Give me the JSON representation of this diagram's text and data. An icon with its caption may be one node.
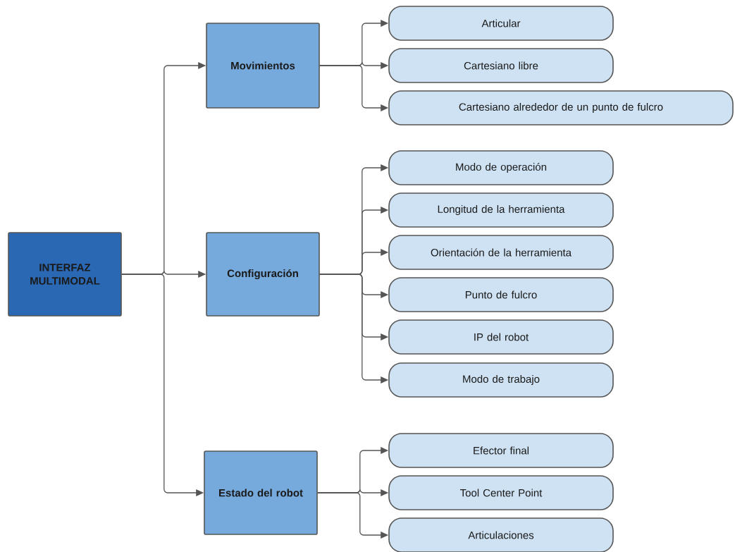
{
  "diagram": {
    "nodes": [
      {
        "text": [
          "INTERFAZ MULTIMODAL"
        ]
      },
      {
        "text": [
          "Movimientos"
        ]
      },
      {
        "text": [
          "Articular"
        ]
      },
      {
        "text": [
          "Cartesiano libre"
        ]
      },
      {
        "text": [
          "Cartesiano alrededor de un punto de fulcro"
        ]
      },
      {
        "text": [
          "Configuración"
        ]
      },
      {
        "text": [
          "Modo de operación"
        ]
      },
      {
        "text": [
          "Longitud de la herramienta"
        ]
      },
      {
        "text": [
          "Orientación de la herramienta"
        ]
      },
      {
        "text": [
          "Punto de fulcro"
        ]
      },
      {
        "text": [
          "IP del robot"
        ]
      },
      {
        "text": [
          "Modo de trabajo"
        ]
      },
      {
        "text": [
          "Estado del robot"
        ]
      },
      {
        "text": [
          "Efector final"
        ]
      },
      {
        "text": [
          "Tool Center Point"
        ]
      },
      {
        "text": [
          "Articulaciones"
        ]
      }
    ],
    "edges": [
      {
        "from": 0,
        "to": 1,
        "arrow": "to"
      },
      {
        "from": 0,
        "to": 5,
        "arrow": "to"
      },
      {
        "from": 0,
        "to": 12,
        "arrow": "to"
      },
      {
        "from": 1,
        "to": 2,
        "arrow": "to"
      },
      {
        "from": 1,
        "to": 3,
        "arrow": "to"
      },
      {
        "from": 1,
        "to": 4,
        "arrow": "to"
      },
      {
        "from": 5,
        "to": 6,
        "arrow": "to"
      },
      {
        "from": 5,
        "to": 7,
        "arrow": "to"
      },
      {
        "from": 5,
        "to": 8,
        "arrow": "to"
      },
      {
        "from": 5,
        "to": 9,
        "arrow": "to"
      },
      {
        "from": 5,
        "to": 10,
        "arrow": "to"
      },
      {
        "from": 5,
        "to": 11,
        "arrow": "to"
      },
      {
        "from": 12,
        "to": 13,
        "arrow": "to"
      },
      {
        "from": 12,
        "to": 14,
        "arrow": "to"
      },
      {
        "from": 12,
        "to": 15,
        "arrow": "to"
      }
    ]
  }
}
